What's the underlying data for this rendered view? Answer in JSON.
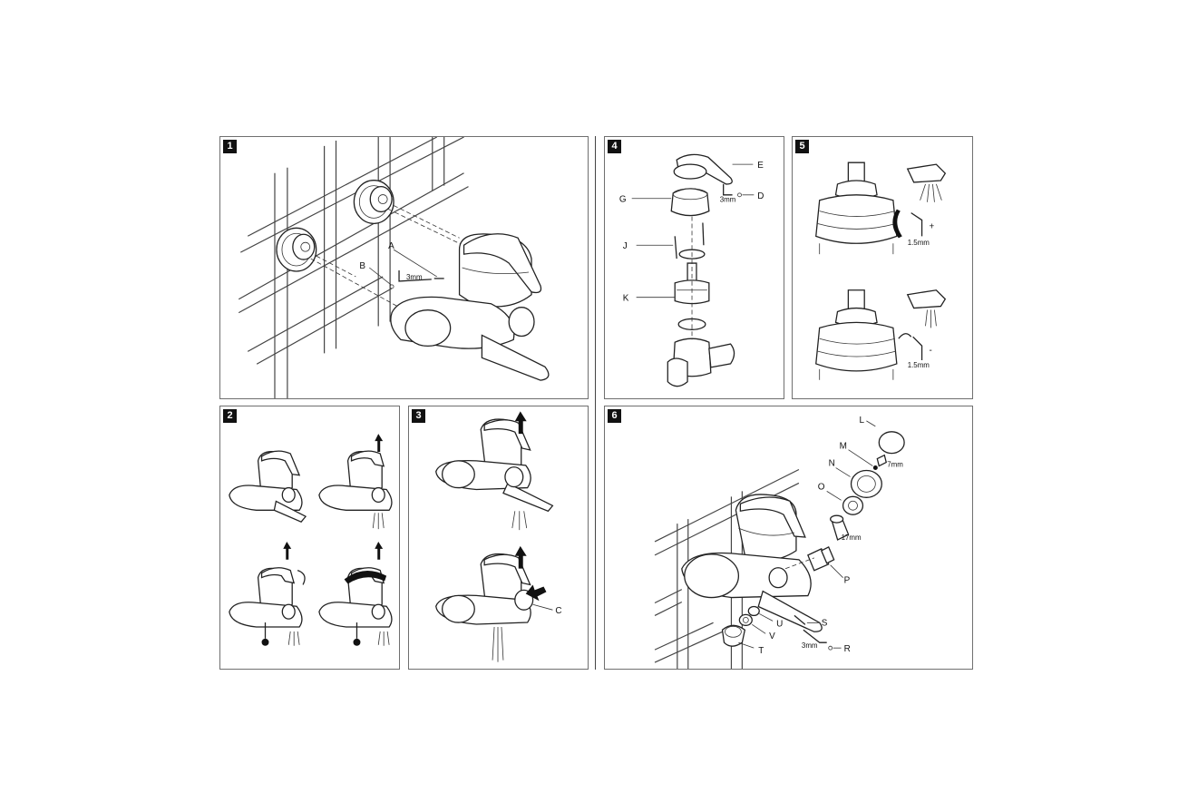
{
  "panels": [
    {
      "number": "1",
      "labels": {
        "a": "A",
        "b": "B",
        "tool_size": "3mm"
      }
    },
    {
      "number": "2"
    },
    {
      "number": "3",
      "labels": {
        "c": "C"
      }
    },
    {
      "number": "4",
      "labels": {
        "e": "E",
        "g": "G",
        "d": "D",
        "j": "J",
        "k": "K",
        "tool_size": "3mm"
      }
    },
    {
      "number": "5",
      "labels": {
        "plus": "+",
        "minus": "-",
        "tool_size_top": "1.5mm",
        "tool_size_bottom": "1.5mm"
      }
    },
    {
      "number": "6",
      "labels": {
        "l": "L",
        "m": "M",
        "n": "N",
        "o": "O",
        "p": "P",
        "s": "S",
        "r": "R",
        "t": "T",
        "u": "U",
        "v": "V",
        "size_7": "7mm",
        "size_17": "17mm",
        "size_3": "3mm"
      }
    }
  ]
}
